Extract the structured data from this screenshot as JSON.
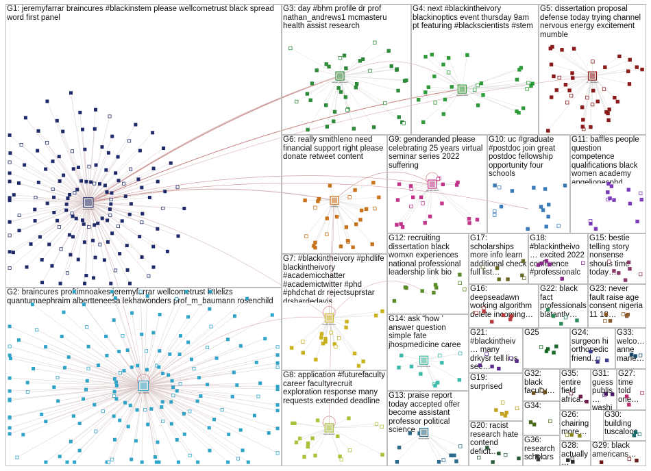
{
  "graph": {
    "groups": [
      {
        "id": "G1",
        "label": "G1: jeremyfarrar braincures #blackinstem please wellcometrust black spread word first panel",
        "color": "#1f2a6b"
      },
      {
        "id": "G2",
        "label": "G2: braincures proftimnoakes jeremyfarrar wellcometrust littlelizs quantumaephraim albertteneesa lekhawonders prof_m_baumann rosenchild",
        "color": "#2fa3c8"
      },
      {
        "id": "G3",
        "label": "G3: day #bhm profile dr prof nathan_andrews1 mcmasteru health assist research",
        "color": "#2e8b3a"
      },
      {
        "id": "G4",
        "label": "G4: next #blackintheivory blackinoptics event thursday 9am pt featuring #blackscientists #stem",
        "color": "#2e9b3a"
      },
      {
        "id": "G5",
        "label": "G5: dissertation proposal defense today trying channel nervous energy excitement mumble",
        "color": "#8b1a1a"
      },
      {
        "id": "G6",
        "label": "G6: really smithleno need financial support right please donate retweet content",
        "color": "#c8731e"
      },
      {
        "id": "G7",
        "label": "G7: #blackintheivory #phdlife blackintheivory #academicchatter #academictwitter #phd #phdchat dr rejectsuprstar drshardedavis",
        "color": "#c9b21e"
      },
      {
        "id": "G8",
        "label": "G8: application #futurefaculty career facultyrecruit exploration response many requests extended deadline",
        "color": "#a8c23a"
      },
      {
        "id": "G9",
        "label": "G9: genderanded please celebrating 25 years virtual seminar series 2022 suffering",
        "color": "#c2338a"
      },
      {
        "id": "G10",
        "label": "G10: uc #graduate #postdoc join great postdoc fellowship opportunity four schools",
        "color": "#3a7ab8"
      },
      {
        "id": "G11",
        "label": "G11: baffles people question competence qualifications black women academy angeljonesphd",
        "color": "#7a3ab8"
      },
      {
        "id": "G12",
        "label": "G12: recruiting dissertation black womxn experiences national professional leadership link bio",
        "color": "#5a8a2a"
      },
      {
        "id": "G13",
        "label": "G13: praise report today accepted offer become assistant professor political science",
        "color": "#2a6a8a"
      },
      {
        "id": "G14",
        "label": "G14: ask “how ’ answer question simple fate jhospmedicine caree",
        "color": "#3ab8a8"
      },
      {
        "id": "G15",
        "label": "G15: bestie telling story nonsense shouts time today…",
        "color": "#8a3a6a"
      },
      {
        "id": "G16",
        "label": "G16: deepseadawn working algorithm delete incoming…",
        "color": "#b83a3a"
      },
      {
        "id": "G17",
        "label": "G17: scholarships more info learn additional check full list…",
        "color": "#6a6a2a"
      },
      {
        "id": "G18",
        "label": "G18: #blackintheivo… excited 2022 conference #professionalc…",
        "color": "#8a2a8a"
      },
      {
        "id": "G19",
        "label": "G19: surprised",
        "color": "#c2a21e"
      },
      {
        "id": "G20",
        "label": "G20: racist research hate contend deficit…",
        "color": "#2a5a3a"
      },
      {
        "id": "G21",
        "label": "G21: #blackintheiv… many drkysr tell lies see…",
        "color": "#5a2a8a"
      },
      {
        "id": "G22",
        "label": "G22: black fact professionals blatantly…",
        "color": "#2a8a5a"
      },
      {
        "id": "G23",
        "label": "G23: never fault raise age consent nigeria 11 18…",
        "color": "#8a5a2a"
      },
      {
        "id": "G24",
        "label": "G24: surgeon hi orthopedic friend…",
        "color": "#3a3a8a"
      },
      {
        "id": "G25",
        "label": "G25",
        "color": "#1a6a2a"
      },
      {
        "id": "G26",
        "label": "G26: chairing more…",
        "color": "#8a8a1a"
      },
      {
        "id": "G27",
        "label": "G27: time told one…",
        "color": "#b82a6a"
      },
      {
        "id": "G28",
        "label": "G28: actually…",
        "color": "#2a2a2a"
      },
      {
        "id": "G29",
        "label": "G29: black americans…",
        "color": "#6a1a1a"
      },
      {
        "id": "G30",
        "label": "G30: building tuscaloos…",
        "color": "#1a6a6a"
      },
      {
        "id": "G31",
        "label": "G31: guess publis… washi…",
        "color": "#4a1a6a"
      },
      {
        "id": "G32",
        "label": "G32: black faculty…",
        "color": "#6a4a1a"
      },
      {
        "id": "G33",
        "label": "G33: welco… anne marie…",
        "color": "#1a4a6a"
      },
      {
        "id": "G34",
        "label": "G34:",
        "color": "#4a6a1a"
      },
      {
        "id": "G35",
        "label": "G35: entire field africa…",
        "color": "#6a1a4a"
      },
      {
        "id": "G36",
        "label": "G36: research scholars…",
        "color": "#3a3a3a"
      }
    ],
    "hub_labels": {
      "G1": "jeremyfarrar",
      "G2": "doc_hyaden",
      "G3": "nathan_andrews1",
      "G4": "blackinoptics",
      "G5": "dr_chevalierj",
      "G6": "smithleno",
      "G7": "blackintheivory",
      "G8": "futurefaculty",
      "G9": "genderanded",
      "G13": "kerryhaynie",
      "G14": "jhospmedicine"
    }
  }
}
